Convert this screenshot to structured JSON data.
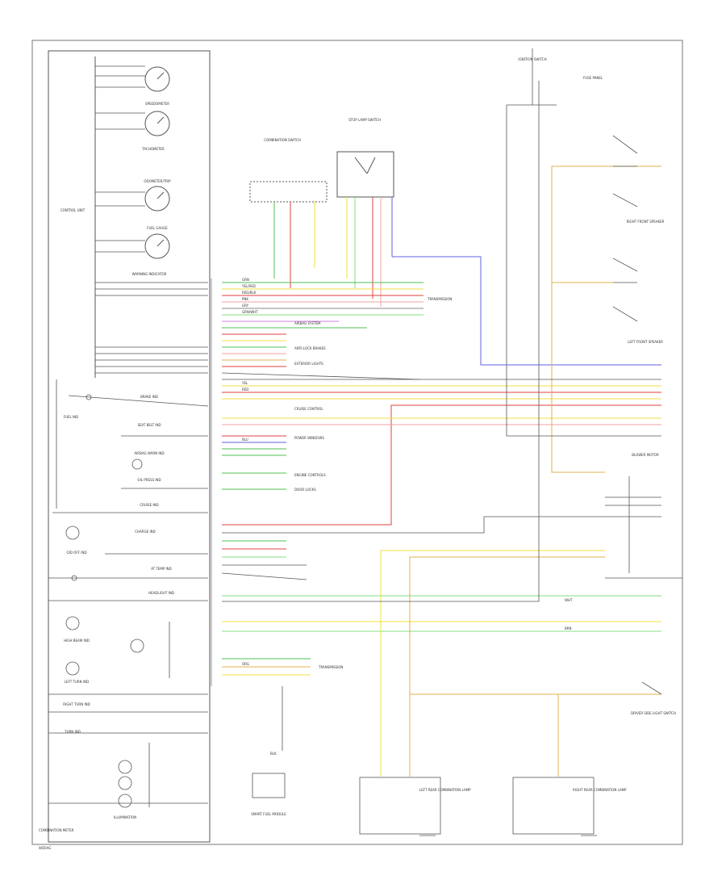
{
  "diagram": {
    "instrument_cluster": {
      "speedometer": "SPEEDOMETER",
      "tachometer": "TACHOMETER",
      "odometer_trip": "ODOMETER/TRIP",
      "fuel_gauge": "FUEL GAUGE",
      "warning_indicator": "WARNING INDICATOR",
      "control_unit": "CONTROL UNIT",
      "illumination": "ILLUMINATION",
      "combination_meter": "COMBINATION METER",
      "indicators": [
        "FUEL IND",
        "BRAKE IND",
        "SEAT BELT IND",
        "AIRBAG WARN IND",
        "OIL PRESS IND",
        "CRUISE IND",
        "CHARGE IND",
        "O/D OFF IND",
        "AT TEMP IND",
        "HEADLIGHT IND",
        "HIGH BEAM IND",
        "TURN IND",
        "LEFT TURN IND",
        "RIGHT TURN IND"
      ]
    },
    "components": {
      "ignition": "IGNITION SWITCH",
      "fuse_panel": "FUSE PANEL",
      "cigarette_lighter": "SMART FUEL MODULE",
      "driver_door_switch": "DRIVER SIDE LIGHT SWITCH",
      "combination_switch": "COMBINATION SWITCH",
      "front_left_speaker": "LEFT FRONT SPEAKER",
      "front_right_speaker": "RIGHT FRONT SPEAKER",
      "stop_switch": "STOP LAMP SWITCH",
      "blower": "BLOWER MOTOR",
      "left_rear_combination": "LEFT REAR COMBINATION LAMP",
      "right_rear_combination": "RIGHT REAR COMBINATION LAMP"
    },
    "connector_labels": {
      "transmission": "TRANSMISSION",
      "airbag": "AIRBAG SYSTEM",
      "anti_lock": "ANTI-LOCK BRAKES",
      "exterior_lights": "EXTERIOR LIGHTS",
      "cruise": "CRUISE CONTROL",
      "power_windows": "POWER WINDOWS",
      "engine_controls": "ENGINE CONTROLS",
      "door_locks": "DOOR LOCKS"
    },
    "wire_labels": {
      "yel": "YEL",
      "yel_red": "YEL/RED",
      "red": "RED",
      "red_blk": "RED/BLK",
      "blu": "BLU",
      "blk": "BLK",
      "grn": "GRN",
      "grn_wht": "GRN/WHT",
      "org": "ORG",
      "wht": "WHT",
      "brn": "BRN",
      "pnk": "PNK",
      "gry": "GRY"
    },
    "wire_colors": {
      "yellow": "#f0e040",
      "red": "#e04040",
      "pink": "#f0a0a0",
      "blue": "#6060e0",
      "green": "#50c050",
      "light_green": "#80e080",
      "orange": "#e0b050",
      "black": "#333333",
      "gray": "#aaaaaa"
    },
    "footer": "W/DIAG"
  }
}
